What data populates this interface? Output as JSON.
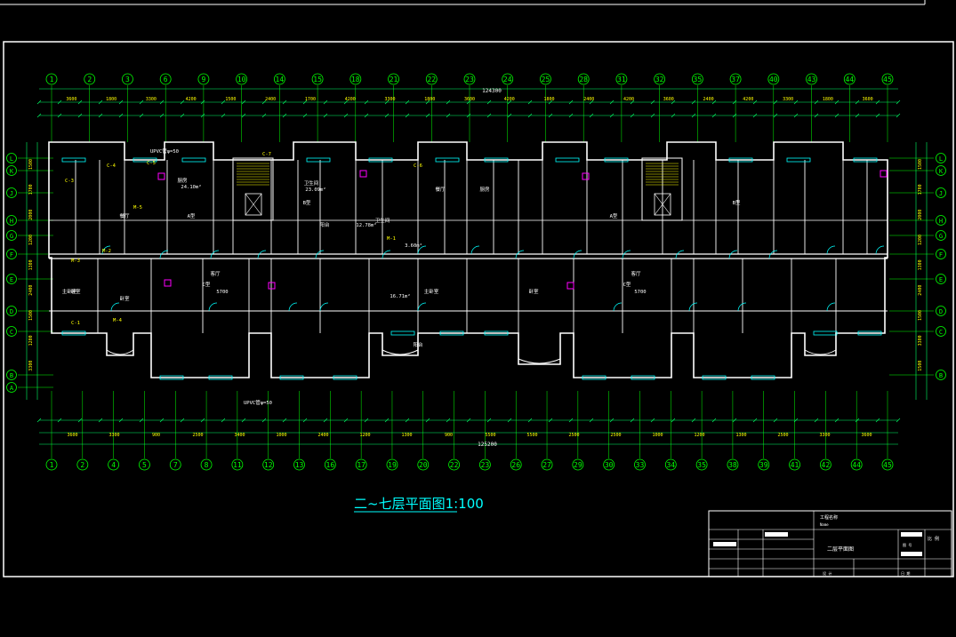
{
  "drawing": {
    "title": "二~七层平面图1:100",
    "total_dim_top": "124300",
    "total_dim_bottom": "125200"
  },
  "grid_top": [
    "1",
    "2",
    "3",
    "6",
    "9",
    "10",
    "14",
    "15",
    "18",
    "21",
    "22",
    "23",
    "24",
    "25",
    "28",
    "31",
    "32",
    "35",
    "37",
    "40",
    "43",
    "44",
    "45"
  ],
  "grid_bottom": [
    "1",
    "2",
    "4",
    "5",
    "7",
    "8",
    "11",
    "12",
    "13",
    "16",
    "17",
    "19",
    "20",
    "22",
    "23",
    "26",
    "27",
    "29",
    "30",
    "33",
    "34",
    "35",
    "38",
    "39",
    "41",
    "42",
    "44",
    "45"
  ],
  "grid_rows_left": [
    "L",
    "K",
    "J",
    "H",
    "G",
    "F",
    "E",
    "D",
    "C",
    "B",
    "A"
  ],
  "grid_rows_right": [
    "L",
    "K",
    "J",
    "H",
    "G",
    "F",
    "E",
    "D",
    "C",
    "B"
  ],
  "dims_top_row1": [
    "3600",
    "1800",
    "3300",
    "4200",
    "1500",
    "2400",
    "1700",
    "4200",
    "3300",
    "1800",
    "3600",
    "4200",
    "1800",
    "2400",
    "4200",
    "3600",
    "2400",
    "4200",
    "3300",
    "1800",
    "3600"
  ],
  "dims_bottom_row2": [
    "3600",
    "3300",
    "900",
    "2500",
    "3400",
    "1000",
    "2400",
    "1200",
    "1300",
    "900",
    "5500",
    "5500",
    "2500",
    "2500",
    "1000",
    "1200",
    "1300",
    "2500",
    "3300",
    "3600"
  ],
  "dims_left": [
    "1500",
    "1700",
    "2000",
    "1200",
    "1300",
    "2400",
    "1500",
    "1200",
    "3300"
  ],
  "dims_right": [
    "1500",
    "1700",
    "2000",
    "1200",
    "1300",
    "2400",
    "1500",
    "3300",
    "1500"
  ],
  "room_labels": [
    "卧室",
    "客厅",
    "主卧室",
    "卧室",
    "餐厅",
    "厨房",
    "卫生间",
    "阳台",
    "A型",
    "B型",
    "C型",
    "客厅",
    "主卧室",
    "卧室",
    "餐厅",
    "厨房",
    "卫生间",
    "阳台",
    "A型",
    "B型",
    "C型",
    "C-4",
    "C-3",
    "C-5",
    "C-6",
    "C-7",
    "C-1",
    "M-3",
    "M-4",
    "M-5",
    "M-2",
    "M-1",
    "UPVC管φ=50",
    "UPVC管φ=50",
    "5700",
    "5700",
    "3.60m²",
    "12.78m²",
    "16.71m²",
    "24.10m²",
    "23.09m²"
  ],
  "title_block": {
    "project_label": "工程名称",
    "project_value": "Name",
    "drawing_name": "二层平面图",
    "scale_label": "比 例",
    "sheet_label": "图 号",
    "date_label": "日 期",
    "code_label": "设 计"
  },
  "colors": {
    "background": "#000000",
    "wall": "#ffffff",
    "grid": "#00ff00",
    "dim": "#00ff66",
    "room": "#00ffff",
    "label": "#ffff00",
    "accent": "#ff00ff",
    "frame": "#ffffff"
  }
}
